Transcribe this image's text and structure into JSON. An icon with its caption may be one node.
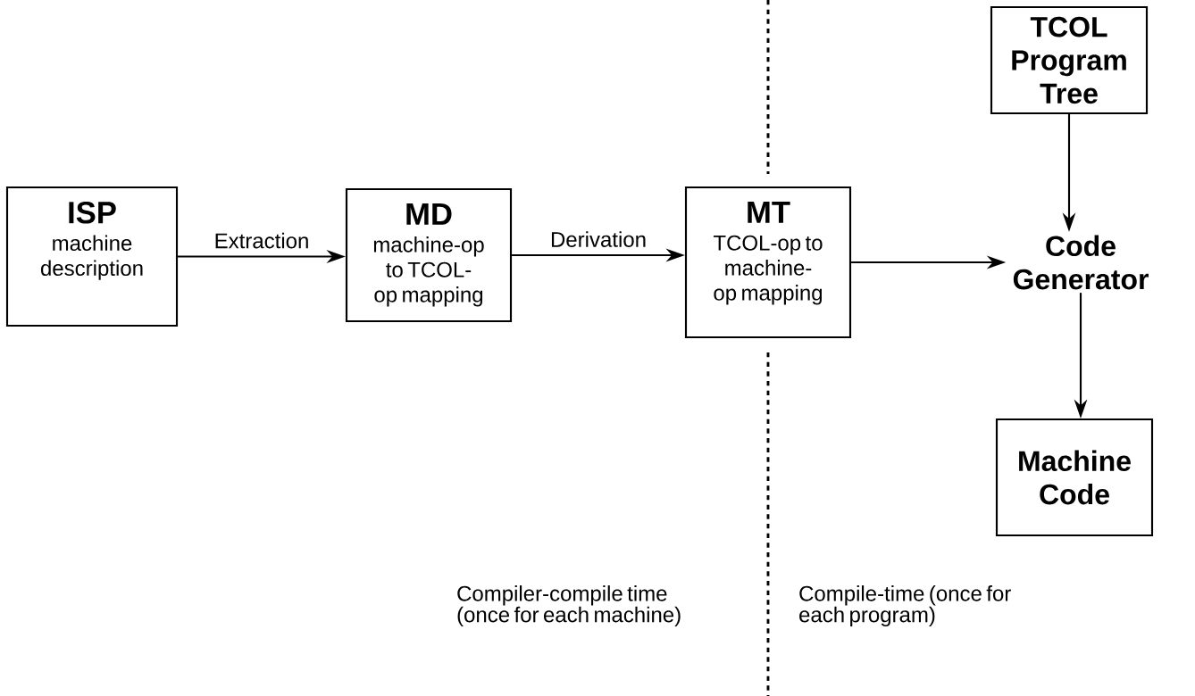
{
  "diagram": {
    "nodes": [
      {
        "text": [
          "ISP",
          "machine description"
        ]
      },
      {
        "text": [
          "MD",
          "machine-op to TCOL-op mapping"
        ]
      },
      {
        "text": [
          "MT",
          "TCOL-op to machine-op mapping"
        ]
      },
      {
        "text": [
          "TCOL Program Tree"
        ]
      },
      {
        "text": [
          "Code Generator"
        ]
      },
      {
        "text": [
          "Machine Code"
        ]
      }
    ],
    "edges": [
      {
        "from": 0,
        "to": 1,
        "arrow": "to",
        "label": "Extraction"
      },
      {
        "from": 1,
        "to": 2,
        "arrow": "to",
        "label": "Derivation"
      },
      {
        "from": 2,
        "to": 4,
        "arrow": "to"
      },
      {
        "from": 3,
        "to": 4,
        "arrow": "to"
      },
      {
        "from": 4,
        "to": 5,
        "arrow": "to"
      }
    ],
    "labels": [
      "Compiler-compile time (once for each machine)",
      "Compile-time (once for each program)"
    ]
  }
}
